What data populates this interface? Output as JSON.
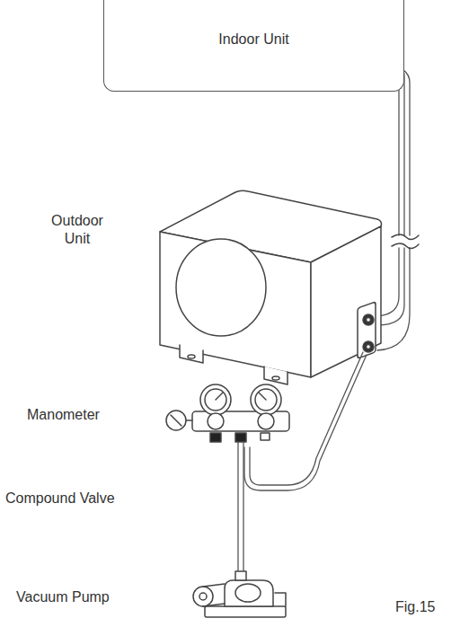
{
  "diagram": {
    "caption": "Fig.15",
    "nodes": [
      {
        "text": [
          "Indoor Unit"
        ]
      }
    ],
    "labels": [
      "Outdoor Unit",
      "Manometer",
      "Compound Valve",
      "Vacuum Pump"
    ]
  }
}
